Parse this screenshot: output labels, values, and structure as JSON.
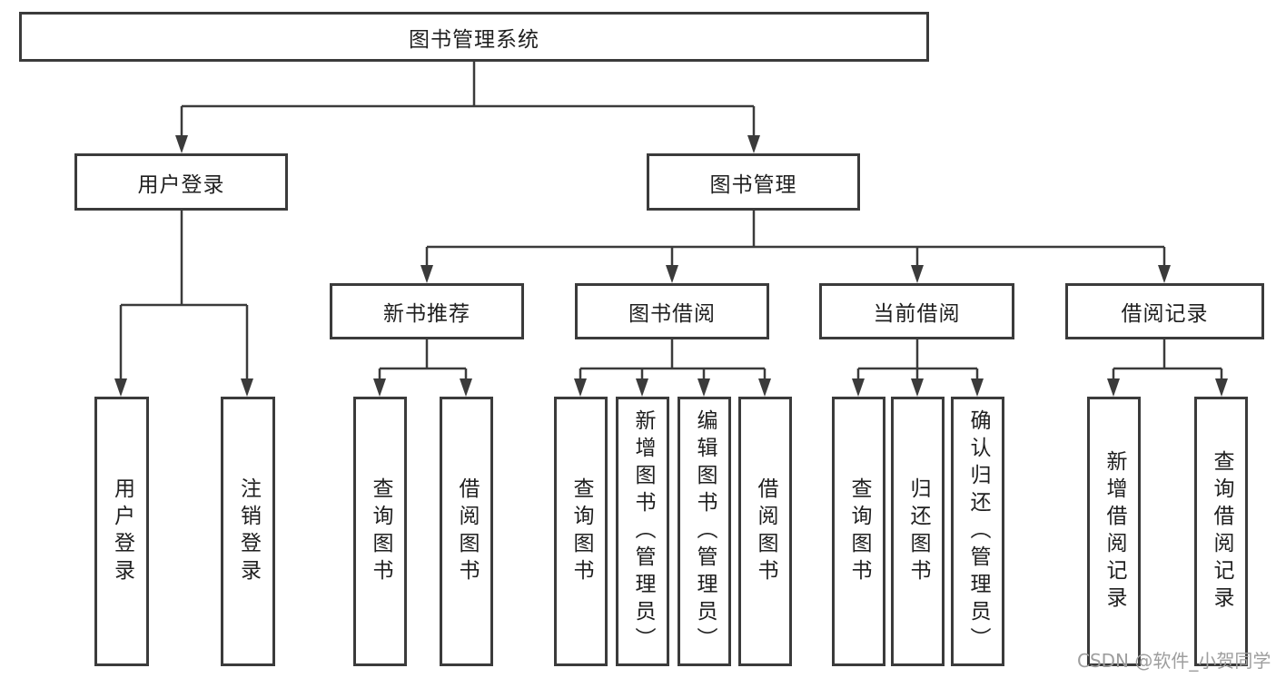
{
  "diagram": {
    "root": {
      "label": "图书管理系统",
      "children": [
        {
          "label": "用户登录",
          "children": [
            {
              "label": "用户登录"
            },
            {
              "label": "注销登录"
            }
          ]
        },
        {
          "label": "图书管理",
          "children": [
            {
              "label": "新书推荐",
              "children": [
                {
                  "label": "查询图书"
                },
                {
                  "label": "借阅图书"
                }
              ]
            },
            {
              "label": "图书借阅",
              "children": [
                {
                  "label": "查询图书"
                },
                {
                  "label": "新增图书（管理员）"
                },
                {
                  "label": "编辑图书（管理员）"
                },
                {
                  "label": "借阅图书"
                }
              ]
            },
            {
              "label": "当前借阅",
              "children": [
                {
                  "label": "查询图书"
                },
                {
                  "label": "归还图书"
                },
                {
                  "label": "确认归还（管理员）"
                }
              ]
            },
            {
              "label": "借阅记录",
              "children": [
                {
                  "label": "新增借阅记录"
                },
                {
                  "label": "查询借阅记录"
                }
              ]
            }
          ]
        }
      ]
    },
    "colors": {
      "line": "#3b3b3b",
      "text": "#1f1f1f",
      "box_background": "#ffffff",
      "page_background": "#ffffff",
      "watermark": "#9e9e9e"
    }
  },
  "watermark": {
    "text": "CSDN @软件_小贺同学"
  }
}
